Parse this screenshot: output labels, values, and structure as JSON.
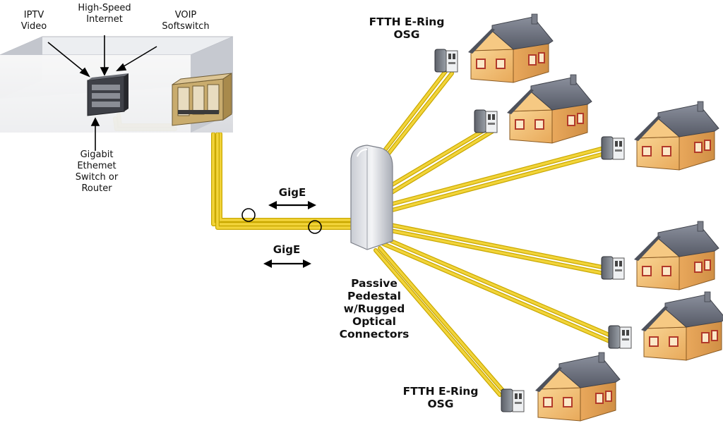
{
  "labels": {
    "iptv": "IPTV\nVideo",
    "internet": "High-Speed\nInternet",
    "voip": "VOIP\nSoftswitch",
    "switch": "Gigabit\nEthemet\nSwitch or\nRouter",
    "gige_top": "GigE",
    "gige_bottom": "GigE",
    "pedestal": "Passive\nPedestal\nw/Rugged\nOptical\nConnectors",
    "osg_top": "FTTH E-Ring\nOSG",
    "osg_bottom": "FTTH E-Ring\nOSG"
  },
  "colors": {
    "fiber": "#f2d43a",
    "fiber_edge": "#c9a800",
    "house_wall": "#f4c27a",
    "house_roof": "#6e7280",
    "window": "#c0392b"
  },
  "icons": {
    "house": "house-icon",
    "osg": "osg-terminal-icon",
    "pedestal": "pedestal-icon",
    "rack": "rack-icon"
  }
}
